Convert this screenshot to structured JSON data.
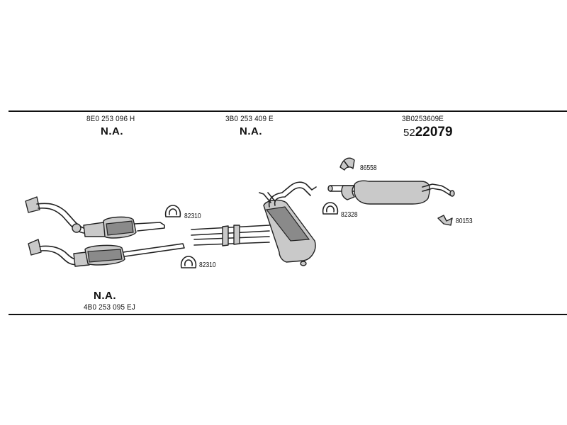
{
  "columns": [
    {
      "part_number": "8E0 253 096 H",
      "status": "N.A."
    },
    {
      "part_number": "3B0 253 409 E",
      "status": "N.A."
    },
    {
      "part_number": "3B0253609E",
      "ref_small": "52",
      "ref_big": "22079"
    }
  ],
  "bottom_part": {
    "status": "N.A.",
    "part_number": "4B0 253 095 EJ"
  },
  "fittings": {
    "clamp_front_top": "82310",
    "clamp_front_bottom": "82310",
    "clamp_rear": "82328",
    "hanger_top": "86558",
    "hanger_right": "80153"
  }
}
